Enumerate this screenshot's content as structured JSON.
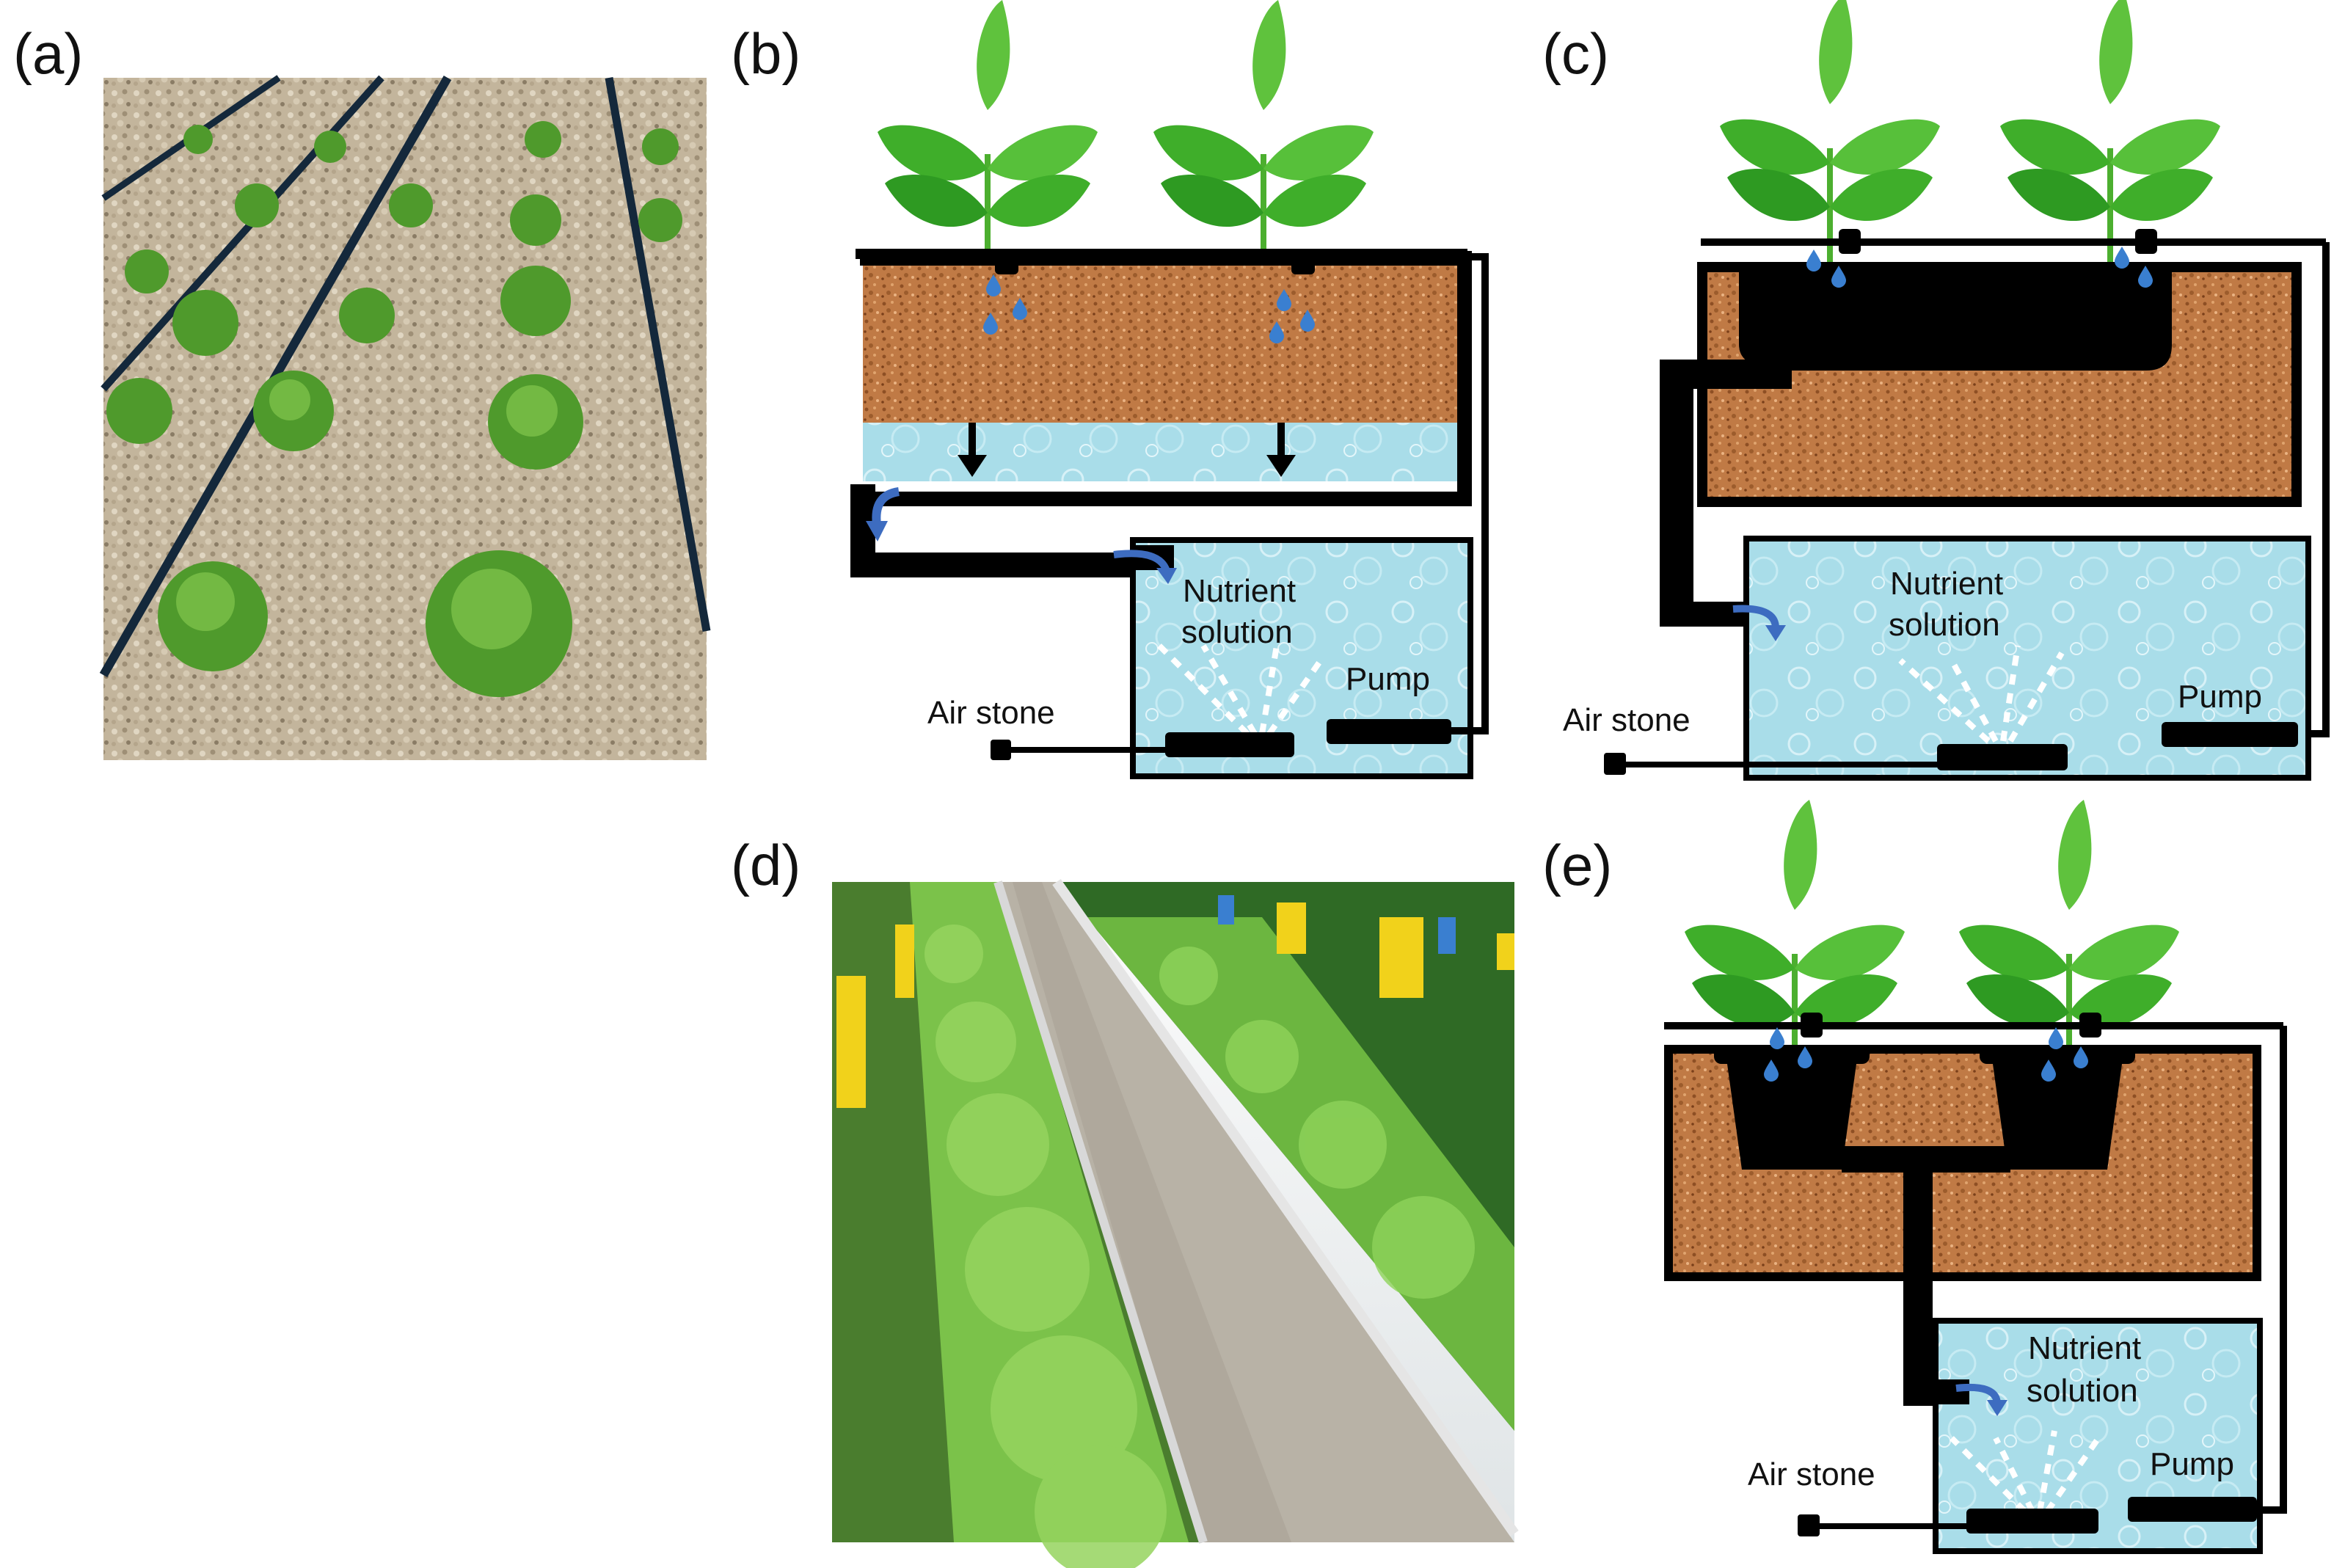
{
  "panels": [
    {
      "id": "a",
      "label": "(a)"
    },
    {
      "id": "b",
      "label": "(b)"
    },
    {
      "id": "c",
      "label": "(c)"
    },
    {
      "id": "d",
      "label": "(d)"
    },
    {
      "id": "e",
      "label": "(e)"
    }
  ],
  "labels": {
    "nutrient_line1": "Nutrient",
    "nutrient_line2": "solution",
    "pump": "Pump",
    "air_stone": "Air stone"
  },
  "colors": {
    "substrate": "#c07a45",
    "water": "#a9dde9",
    "pipe": "#000000",
    "leaf": "#3fae2a",
    "drop": "#3a7fd0",
    "arrow": "#3d6cc0"
  }
}
